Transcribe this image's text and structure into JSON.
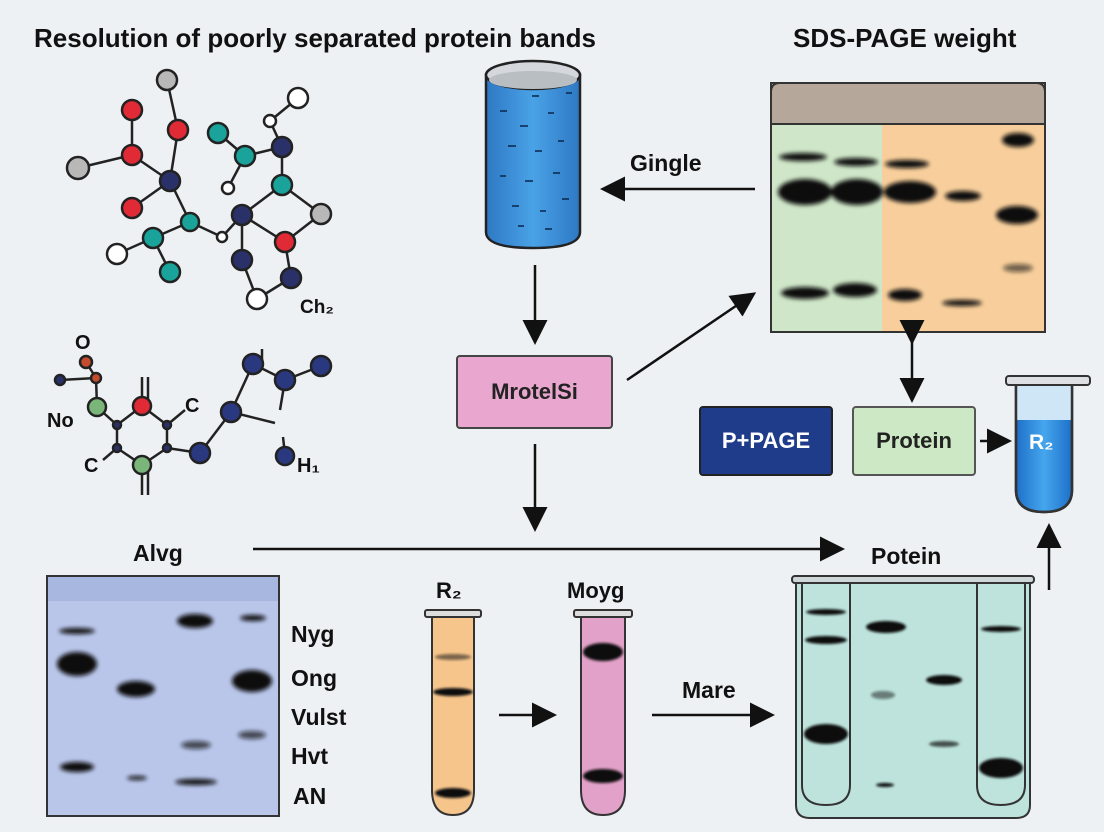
{
  "titles": {
    "left": "Resolution of poorly separated protein bands",
    "right": "SDS-PAGE weight"
  },
  "molecule_labels": {
    "ch2": "Ch₂",
    "o": "O",
    "no": "No",
    "c_left": "C",
    "c_right": "C",
    "h1": "H₁"
  },
  "flow_labels": {
    "gingle": "Gingle",
    "mare": "Mare",
    "alvg": "Alvg",
    "potein": "Potein"
  },
  "boxes": {
    "mrotelsi": "MrotelSi",
    "ppage": "P+PAGE",
    "protein": "Protein"
  },
  "tubes": {
    "r2_right": "R₂",
    "r2_orange": "R₂",
    "moyg": "Moyg"
  },
  "gel_side_labels": [
    "Nyg",
    "Ong",
    "Vulst",
    "Hvt",
    "AN"
  ],
  "colors": {
    "background": "#eef1f3",
    "mrotelsi_box": "#e9a6cf",
    "ppage_box": "#1f3c8a",
    "protein_box": "#cde8c4",
    "tube_blue": "#3a8fd8",
    "gel_green": "#cfe6c8",
    "gel_orange": "#f8cf9c",
    "gel_blue": "#b9c6ea",
    "tube_orange": "#f6c58c",
    "tube_pink": "#e2a1c8",
    "tank_teal": "#bde3dc"
  }
}
